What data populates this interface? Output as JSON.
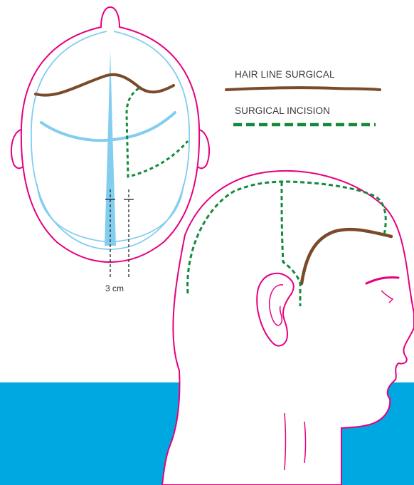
{
  "legend": {
    "hairline_label": "HAIR LINE SURGICAL",
    "incision_label": "SURGICAL INCISION"
  },
  "measurement": {
    "label": "3 cm"
  },
  "colors": {
    "background_band": "#00a8e1",
    "skin_outline": "#e6007e",
    "scalp_lines": "#82cdf0",
    "hairline": "#7a4a2a",
    "incision": "#138a3c",
    "ear_outline": "#e6007e"
  }
}
